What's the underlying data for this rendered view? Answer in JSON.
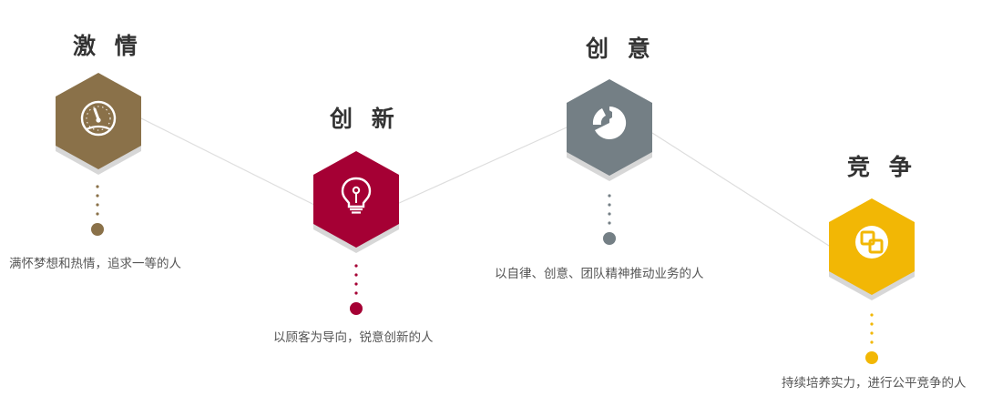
{
  "nodes": [
    {
      "id": "passion",
      "title": "激 情",
      "description": "满怀梦想和热情，追求一等的人",
      "icon": "speedometer-icon",
      "color": "#8a7149"
    },
    {
      "id": "innovation",
      "title": "创 新",
      "description": "以顾客为导向，锐意创新的人",
      "icon": "lightbulb-icon",
      "color": "#a50034"
    },
    {
      "id": "creativity",
      "title": "创 意",
      "description": "以自律、创意、团队精神推动业务的人",
      "icon": "pie-hexagon-icon",
      "color": "#747f85"
    },
    {
      "id": "competition",
      "title": "竞 争",
      "description": "持续培养实力，进行公平竞争的人",
      "icon": "linked-squares-icon",
      "color": "#f2b705"
    }
  ],
  "connector_color": "#dddddd",
  "hex_shadow_color": "#d7d7d7"
}
